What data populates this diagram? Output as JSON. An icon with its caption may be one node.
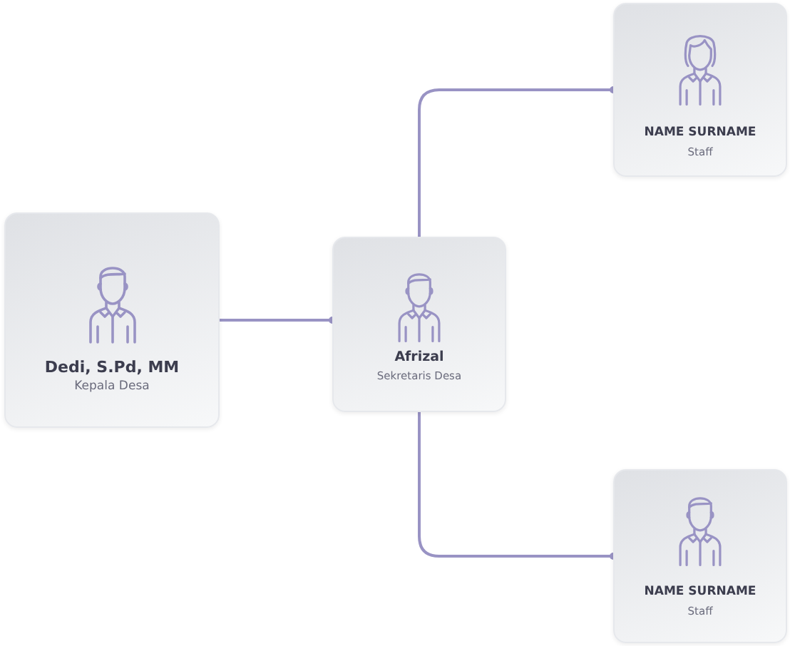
{
  "diagram": {
    "nodes": [
      {
        "text": [
          "Dedi, S.Pd, MM",
          "Kepala Desa"
        ]
      },
      {
        "text": [
          "Afrizal",
          "Sekretaris Desa"
        ]
      },
      {
        "text": [
          "NAME SURNAME",
          "Staff"
        ]
      },
      {
        "text": [
          "NAME SURNAME",
          "Staff"
        ]
      }
    ],
    "edges": [
      {
        "from": 0,
        "to": 1,
        "arrow": "other"
      },
      {
        "from": 1,
        "to": 2,
        "arrow": "other"
      },
      {
        "from": 1,
        "to": 3,
        "arrow": "other"
      }
    ]
  }
}
